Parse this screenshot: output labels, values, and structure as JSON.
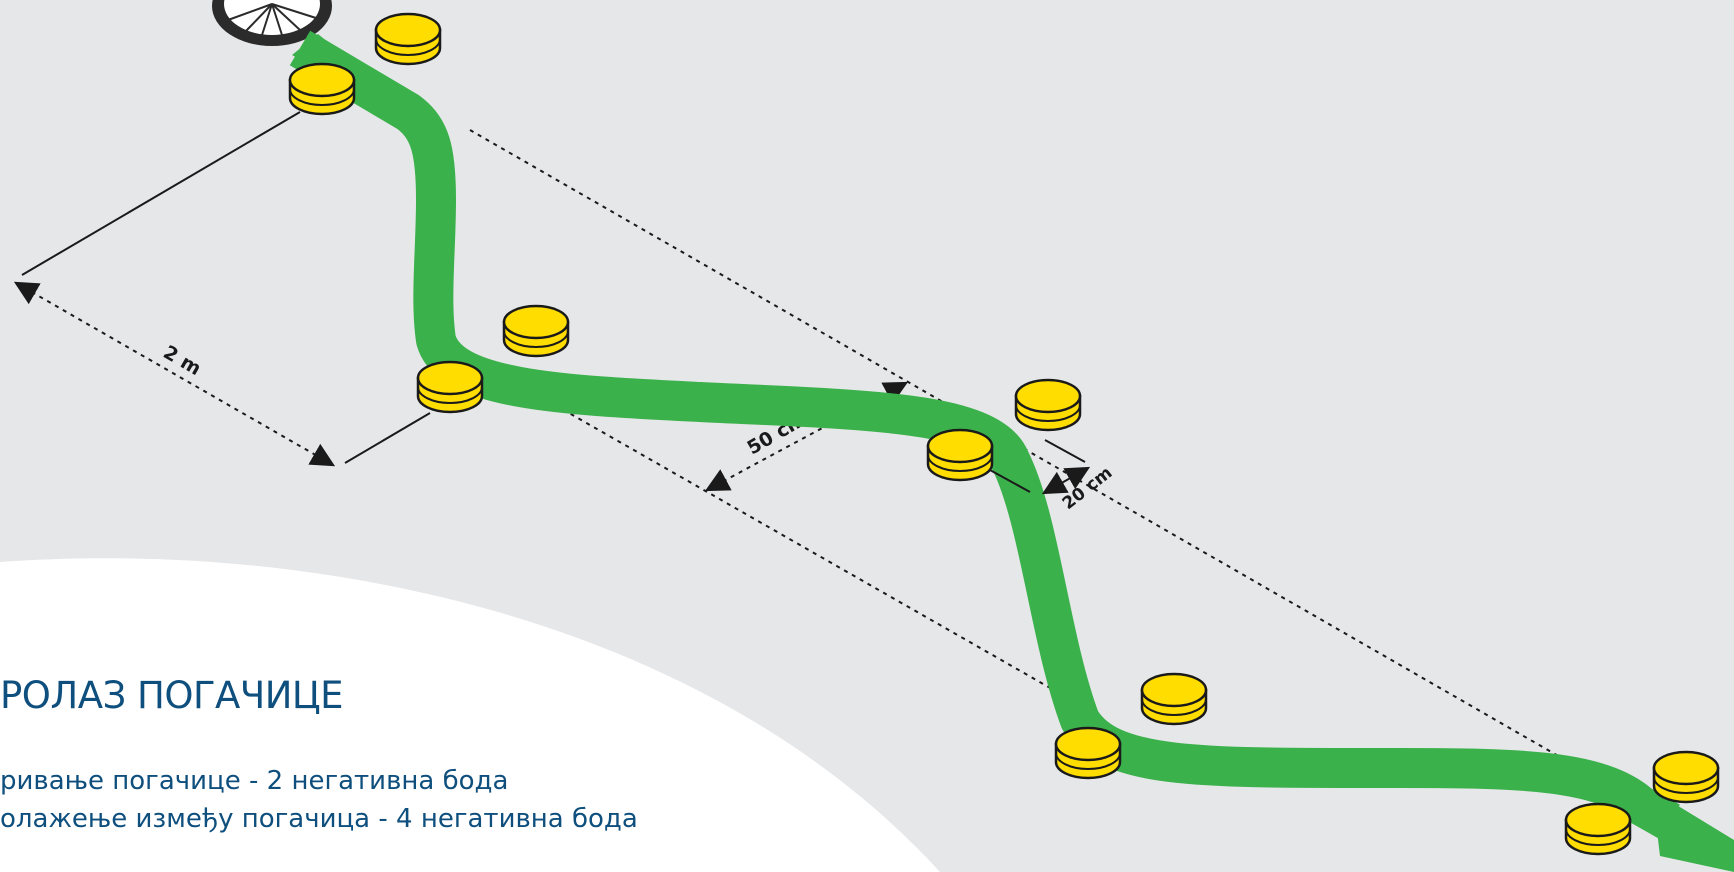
{
  "diagram": {
    "title": "РОЛАЗ ПОГАЧИЦЕ",
    "rules": [
      "ривање погачице - 2 негативна бода",
      "олажење између погачица - 4 негативна бода"
    ],
    "dimensions": {
      "gate_spacing": "2 m",
      "lateral_offset": "50 cm",
      "gate_width": "20 cm"
    }
  },
  "colors": {
    "ground": "#e6e7e9",
    "path": "#3bb14b",
    "marker": "#ffdd00",
    "marker_outline": "#1a1a1a",
    "panel": "#ffffff",
    "text": "#0e4f7e"
  },
  "icons": {
    "path_arrow": "green-arrow",
    "marker": "yellow-disc-marker",
    "wheel": "bicycle-wheel"
  }
}
